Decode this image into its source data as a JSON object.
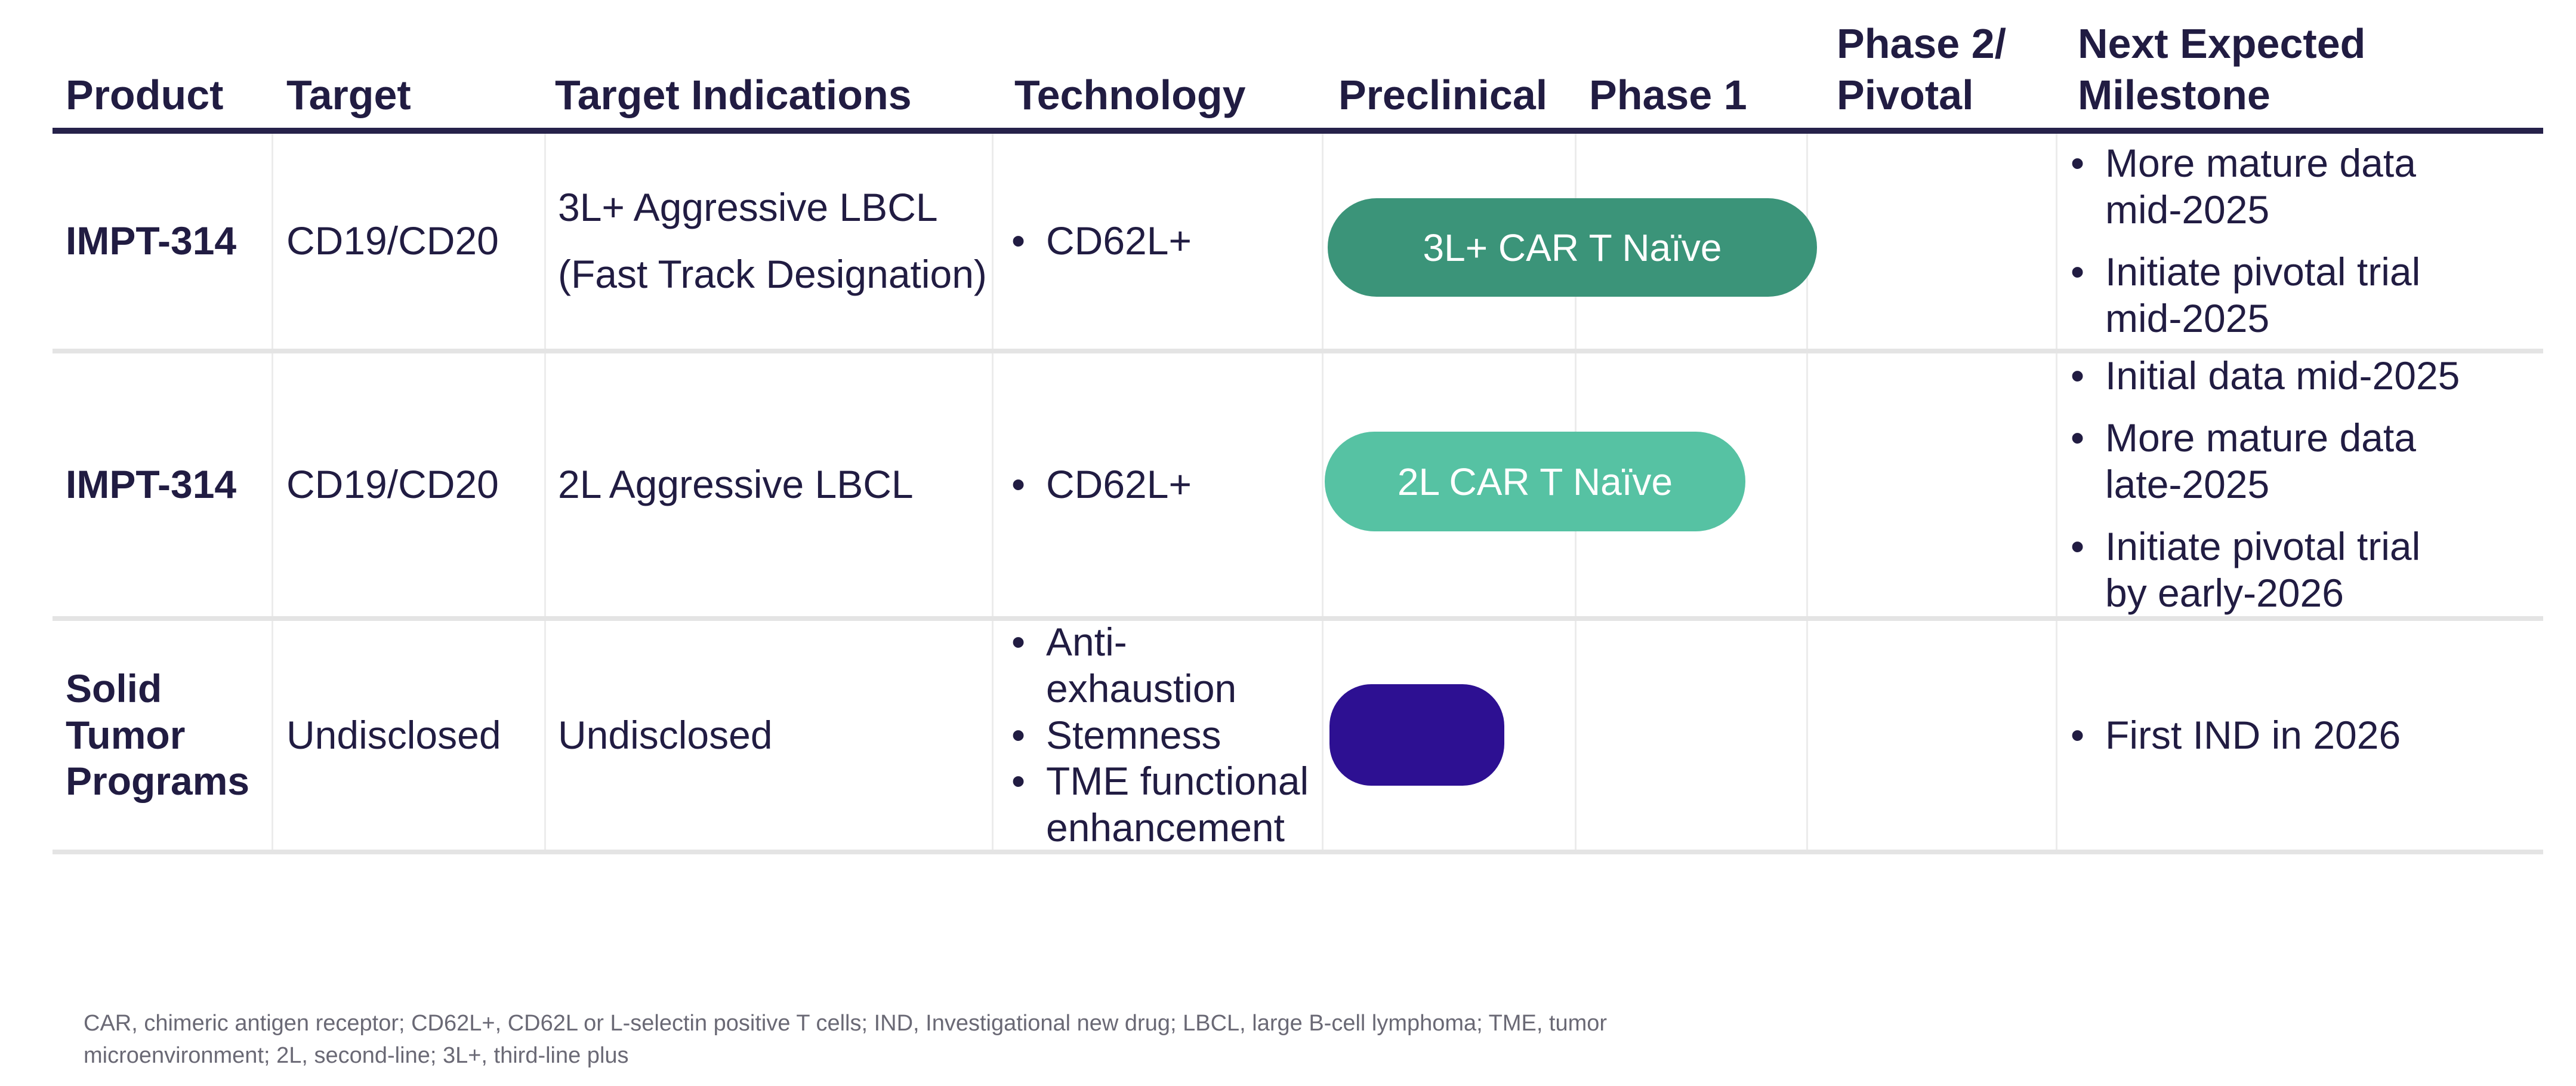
{
  "table": {
    "headers": [
      [
        "Product"
      ],
      [
        "Target"
      ],
      [
        "Target Indications"
      ],
      [
        "Technology"
      ],
      [
        "Preclinical"
      ],
      [
        "Phase 1"
      ],
      [
        "Phase 2/",
        "Pivotal"
      ],
      [
        "Next Expected",
        "Milestone"
      ]
    ],
    "rows": [
      {
        "product": {
          "lines": [
            "IMPT-314"
          ]
        },
        "target": "CD19/CD20",
        "indications": {
          "lines": [
            "3L+ Aggressive LBCL",
            "(Fast Track Designation)"
          ]
        },
        "technology": [
          {
            "lines": [
              "CD62L+"
            ]
          }
        ],
        "pill": {
          "label": "3L+ CAR T Naïve",
          "color": "#3B9479",
          "text_color": "#FFFFFF",
          "phase_reach": "Phase 1"
        },
        "milestones": [
          {
            "lines": [
              "More mature data",
              "mid-2025"
            ]
          },
          {
            "lines": [
              "Initiate pivotal trial",
              "mid-2025"
            ]
          }
        ]
      },
      {
        "product": {
          "lines": [
            "IMPT-314"
          ]
        },
        "target": "CD19/CD20",
        "indications": {
          "lines": [
            "2L Aggressive LBCL"
          ]
        },
        "technology": [
          {
            "lines": [
              "CD62L+"
            ]
          }
        ],
        "pill": {
          "label": "2L CAR T Naïve",
          "color": "#56C2A3",
          "text_color": "#FFFFFF",
          "phase_reach": "Phase 1"
        },
        "milestones": [
          {
            "lines": [
              "Initial data mid-2025"
            ]
          },
          {
            "lines": [
              "More mature data",
              "late-2025"
            ]
          },
          {
            "lines": [
              "Initiate pivotal trial",
              "by early-2026"
            ]
          }
        ]
      },
      {
        "product": {
          "lines": [
            "Solid",
            "Tumor",
            "Programs"
          ]
        },
        "target": "Undisclosed",
        "indications": {
          "lines": [
            "Undisclosed"
          ]
        },
        "technology": [
          {
            "lines": [
              "Anti-",
              "exhaustion"
            ]
          },
          {
            "lines": [
              "Stemness"
            ]
          },
          {
            "lines": [
              "TME functional",
              "enhancement"
            ]
          }
        ],
        "pill": {
          "label": "",
          "color": "#2D1092",
          "text_color": "#FFFFFF",
          "phase_reach": "Preclinical"
        },
        "milestones": [
          {
            "lines": [
              "First IND in 2026"
            ]
          }
        ]
      }
    ]
  },
  "footnote": {
    "line1": "CAR, chimeric antigen receptor; CD62L+, CD62L or L-selectin positive T cells; IND, Investigational new drug; LBCL, large B-cell lymphoma; TME, tumor",
    "line2": "microenvironment; 2L, second-line; 3L+, third-line plus"
  },
  "colors": {
    "text_dark_navy": "#211C42",
    "header_underline": "#26224A",
    "row_divider": "#E4E4E4",
    "column_divider": "#ECECEC",
    "pill_3l_car_t_naive": "#3B9479",
    "pill_2l_car_t_naive": "#56C2A3",
    "pill_preclinical_solid_tumor": "#2D1092",
    "footnote_gray": "#6A6975",
    "background": "#FFFFFF"
  }
}
